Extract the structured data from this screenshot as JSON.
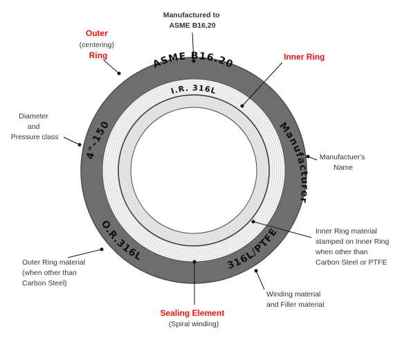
{
  "ring_text": {
    "top": "ASME B16.20",
    "right": "Manufacturer",
    "left": "4\"-150",
    "bottom_left": "O.R.316L",
    "bottom_right": "316L/PTFE",
    "inner": "I.R. 316L"
  },
  "labels": {
    "manufactured_to": [
      "Manufactured to",
      "ASME B16,20"
    ],
    "outer_ring": [
      "Outer",
      "(centering)",
      "Ring"
    ],
    "inner_ring": "Inner Ring",
    "diameter_pressure": [
      "Diameter",
      "and",
      "Pressure class"
    ],
    "manufacturer_name": [
      "Manufactuer's",
      "Name"
    ],
    "inner_ring_material": [
      "Inner Ring material",
      "stamped on Inner Ring",
      "when other than",
      "Carbon Steel or PTFE"
    ],
    "outer_ring_material": [
      "Outer Ring material",
      "(when other than",
      "Carbon Steel)"
    ],
    "winding_material": [
      "Winding material",
      "and Filler material"
    ],
    "sealing_element": [
      "Sealing Element",
      "(Spiral winding)"
    ]
  },
  "colors": {
    "outer_ring": "#6e6e6e",
    "winding": "#f4f4f4",
    "inner_ring": "#e0e0e0",
    "highlight": "#ee1111",
    "text": "#333333"
  }
}
